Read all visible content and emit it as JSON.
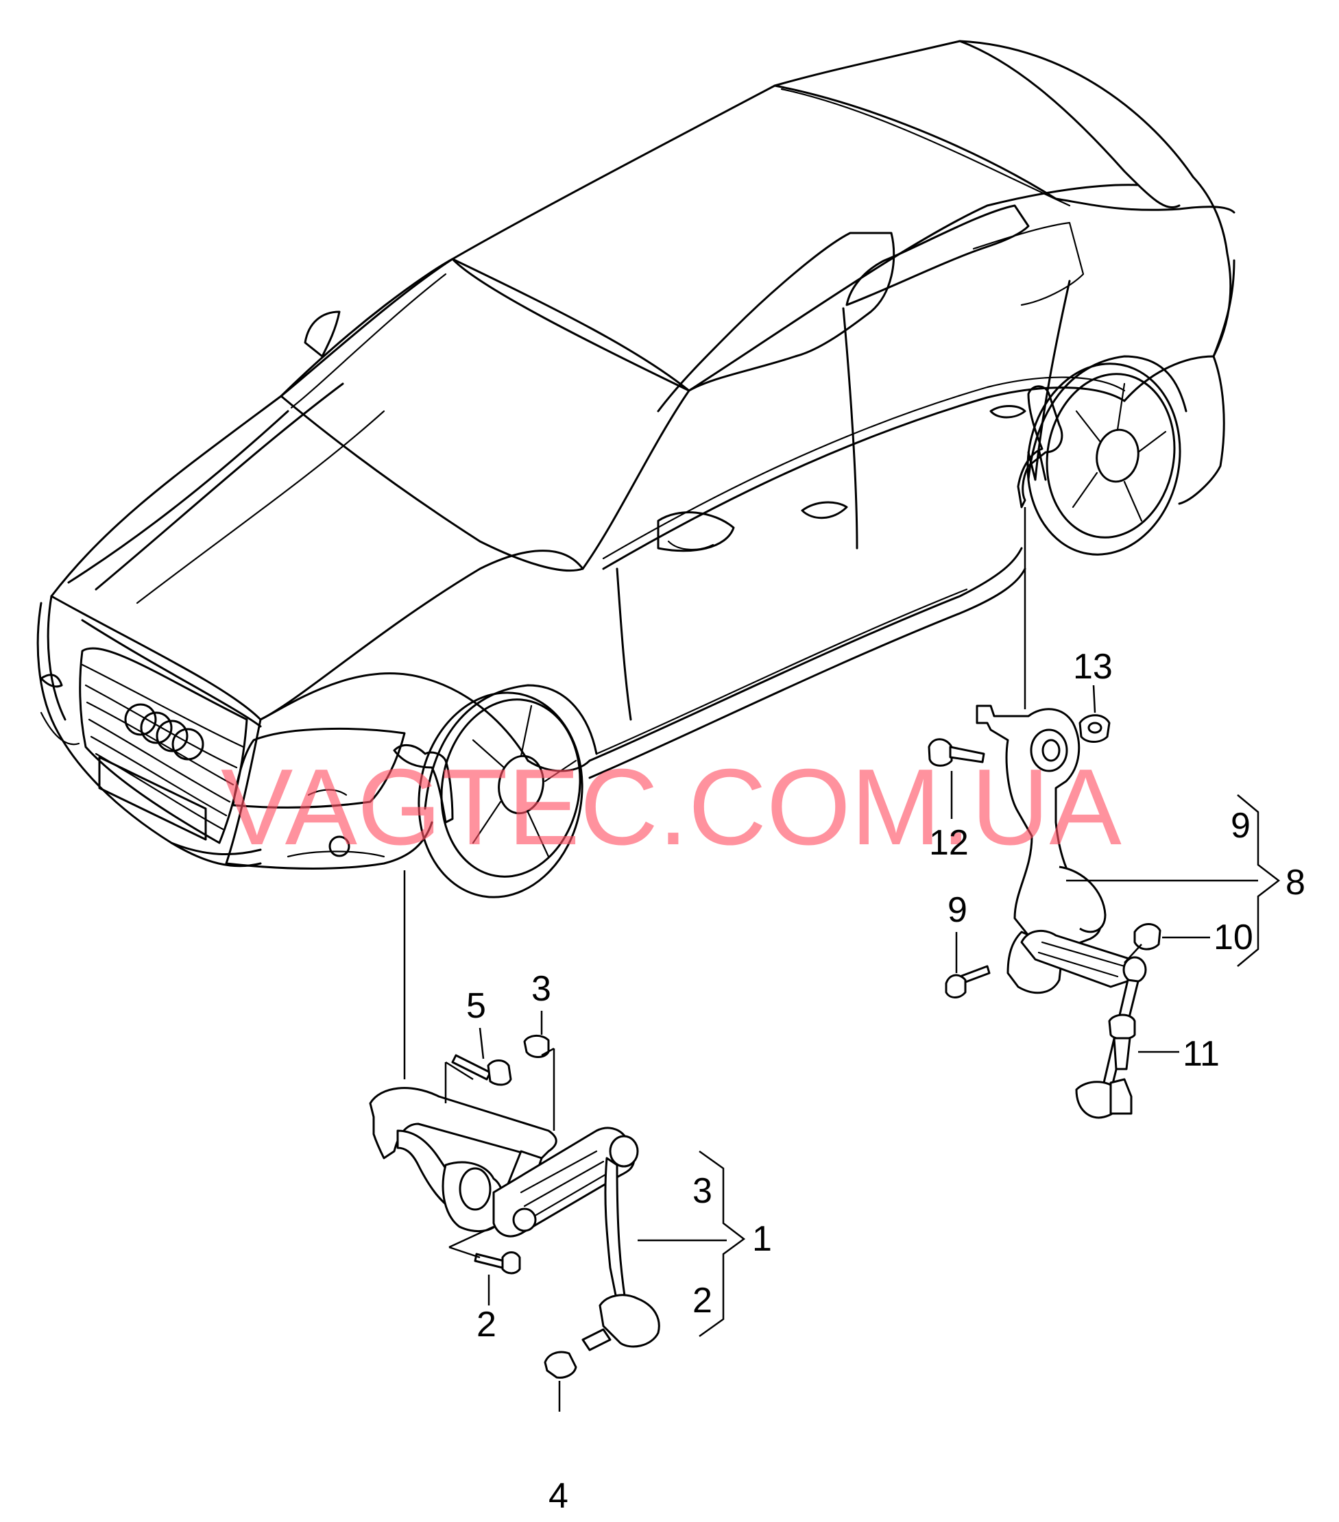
{
  "watermark": "VAGTEC.COM.UA",
  "callouts": {
    "c1": "1",
    "c2a": "2",
    "c2b": "2",
    "c3a": "3",
    "c3b": "3",
    "c4": "4",
    "c5": "5",
    "c8": "8",
    "c9a": "9",
    "c9b": "9",
    "c10": "10",
    "c11": "11",
    "c12": "12",
    "c13": "13"
  },
  "colors": {
    "line": "#000000",
    "watermark": "#ff4f63",
    "background": "#ffffff"
  }
}
